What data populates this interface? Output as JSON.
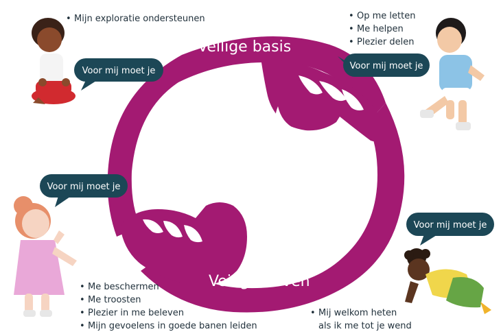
{
  "top_label": "Veilige basis",
  "bottom_label": "Veilige haven",
  "bubbles": [
    "Voor mij moet je",
    "Voor mij moet je",
    "Voor mij moet je",
    "Voor mij moet je"
  ],
  "lists": {
    "top_left": [
      "Mijn exploratie ondersteunen"
    ],
    "top_right": [
      "Op me letten",
      "Me helpen",
      "Plezier delen"
    ],
    "bottom_left": [
      "Me beschermen",
      "Me troosten",
      "Plezier in me beleven",
      "Mijn gevoelens in goede banen leiden"
    ],
    "bottom_right": [
      "Mij welkom heten",
      "als ik me tot je wend"
    ]
  },
  "colors": {
    "circle": "#A31A72",
    "bubble": "#1C4756",
    "text": "#1F2F3A"
  }
}
